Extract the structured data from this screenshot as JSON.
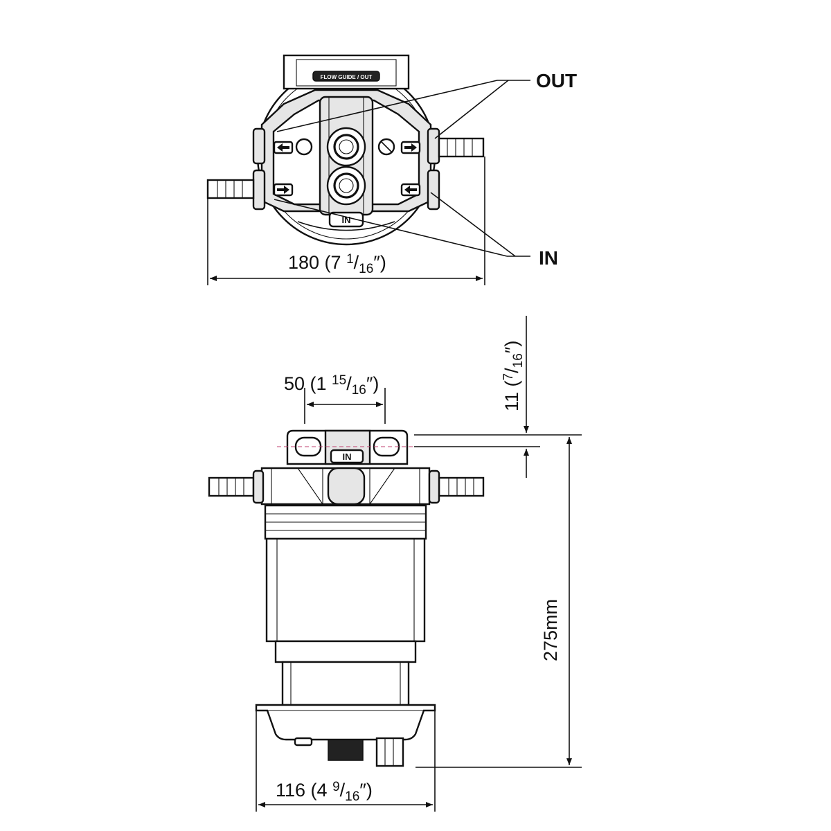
{
  "callouts": {
    "out": "OUT",
    "in": "IN"
  },
  "embossed": {
    "top_label": "FLOW GUIDE / OUT",
    "in_tag": "IN"
  },
  "dimensions": {
    "width_top": {
      "main": "180 (7 ",
      "num": "1",
      "slash": "/",
      "den": "16",
      "close": "″)"
    },
    "port_spacing": {
      "main": "50 (1 ",
      "num": "15",
      "slash": "/",
      "den": "16",
      "close": "″)"
    },
    "offset": {
      "main": "11 (",
      "num": "7",
      "slash": "/",
      "den": "16",
      "close": "″)"
    },
    "height": {
      "text": "275mm"
    },
    "width_bottom": {
      "main": "116 (4 ",
      "num": "9",
      "slash": "/",
      "den": "16",
      "close": "″)"
    }
  }
}
